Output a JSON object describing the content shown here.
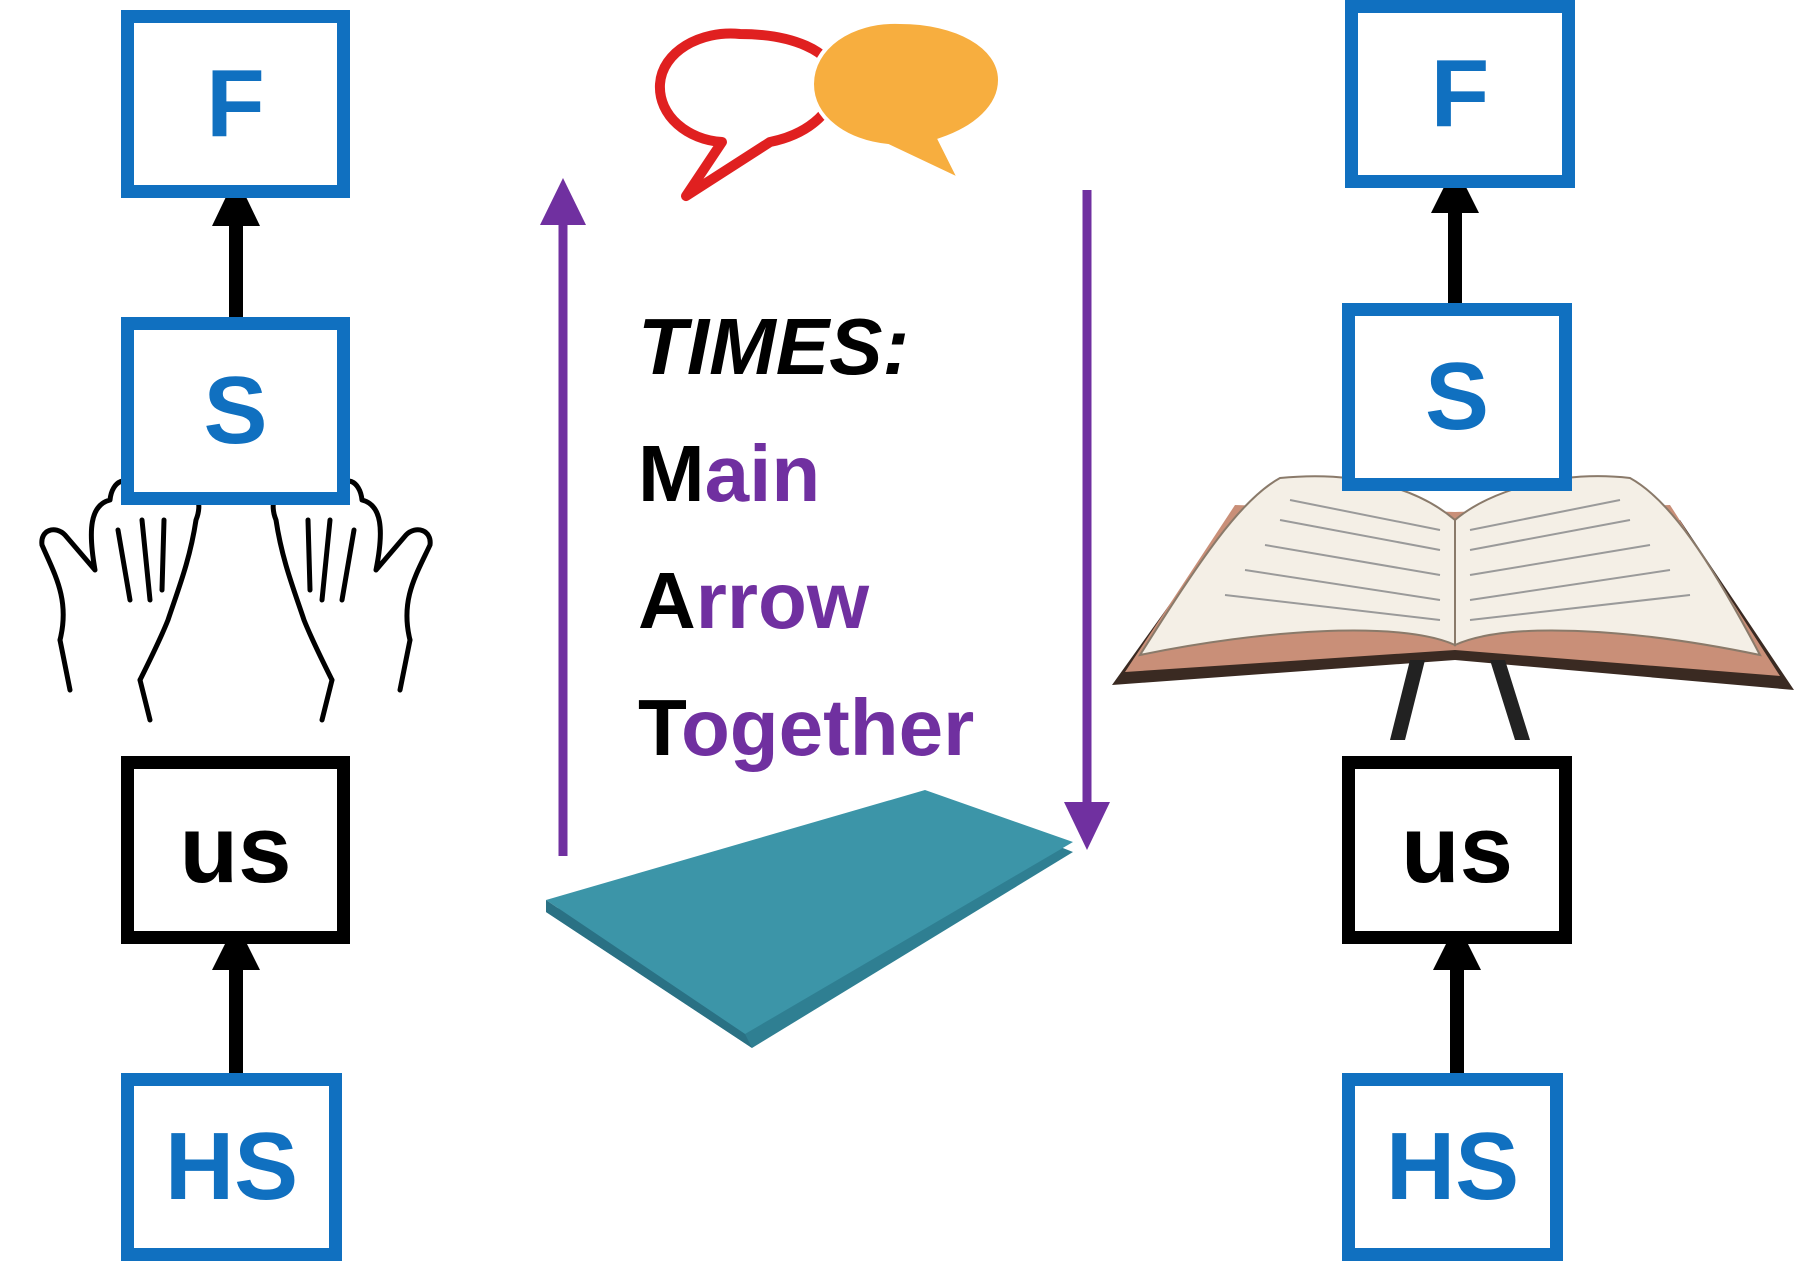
{
  "colors": {
    "box_blue": "#1070c0",
    "box_black": "#000000",
    "arrow_purple": "#7030a0",
    "mat_teal": "#3c95a8",
    "bubble_red": "#e02020",
    "bubble_orange": "#f7ae3f"
  },
  "left_column": {
    "top_box": "F",
    "second_box": "S",
    "third_box": "us",
    "bottom_box": "HS",
    "image": "praying-hands-icon"
  },
  "right_column": {
    "top_box": "F",
    "second_box": "S",
    "third_box": "us",
    "bottom_box": "HS",
    "image": "open-bible-icon"
  },
  "center": {
    "heading": "TIMES:",
    "lines": [
      {
        "initial": "M",
        "rest": "ain"
      },
      {
        "initial": "A",
        "rest": "rrow"
      },
      {
        "initial": "T",
        "rest": "ogether"
      }
    ],
    "top_image": "speech-bubbles-icon",
    "bottom_image": "prayer-mat-icon"
  }
}
